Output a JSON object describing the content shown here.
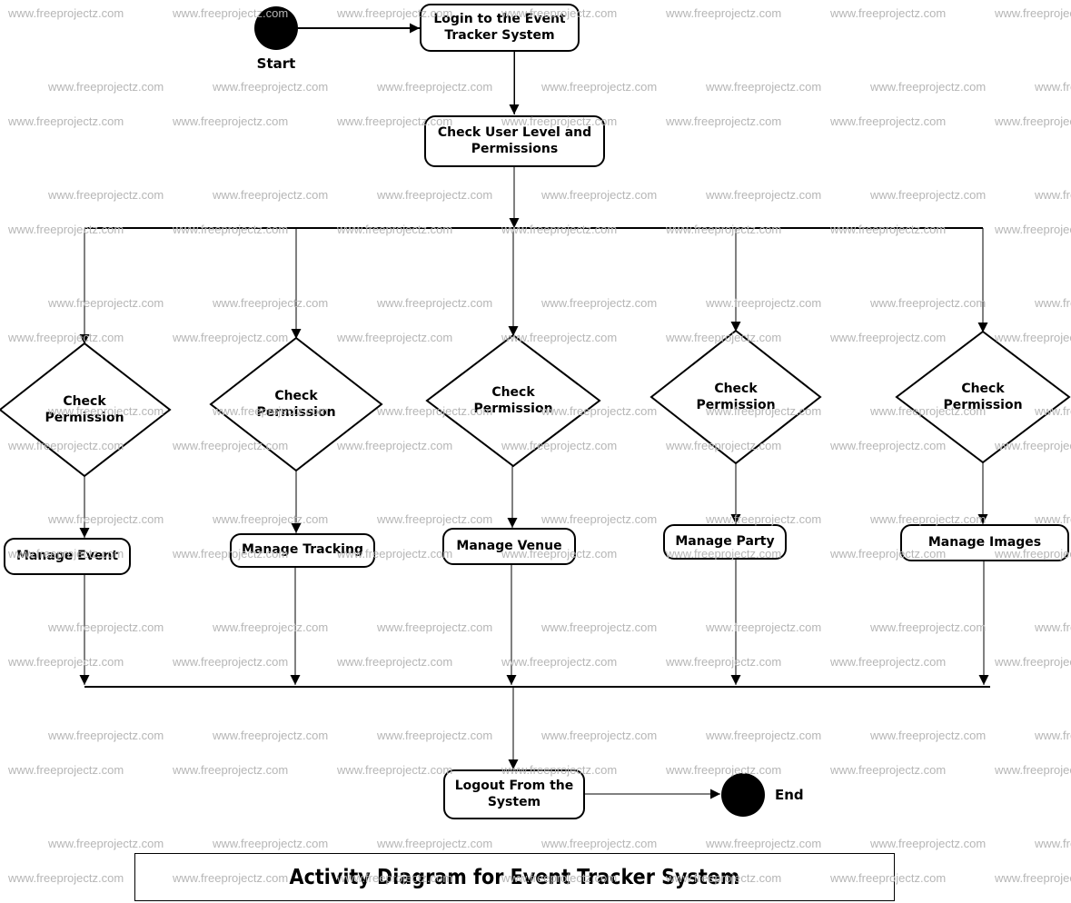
{
  "colors": {
    "line": "#000000",
    "node_border": "#000000",
    "node_fill": "#ffffff",
    "text": "#000000",
    "watermark": "#b6b6b6",
    "background": "#ffffff"
  },
  "watermark": {
    "text": "www.freeprojectz.com"
  },
  "diagram": {
    "start_label": "Start",
    "end_label": "End",
    "login_label": "Login to the Event\nTracker System",
    "check_user_label": "Check User Level and\nPermissions",
    "decision_label": "Check\nPermission",
    "actions": [
      "Manage Event",
      "Manage Tracking",
      "Manage Venue",
      "Manage Party",
      "Manage Images"
    ],
    "logout_label": "Logout From the\nSystem",
    "title": "Activity Diagram for Event Tracker System"
  }
}
